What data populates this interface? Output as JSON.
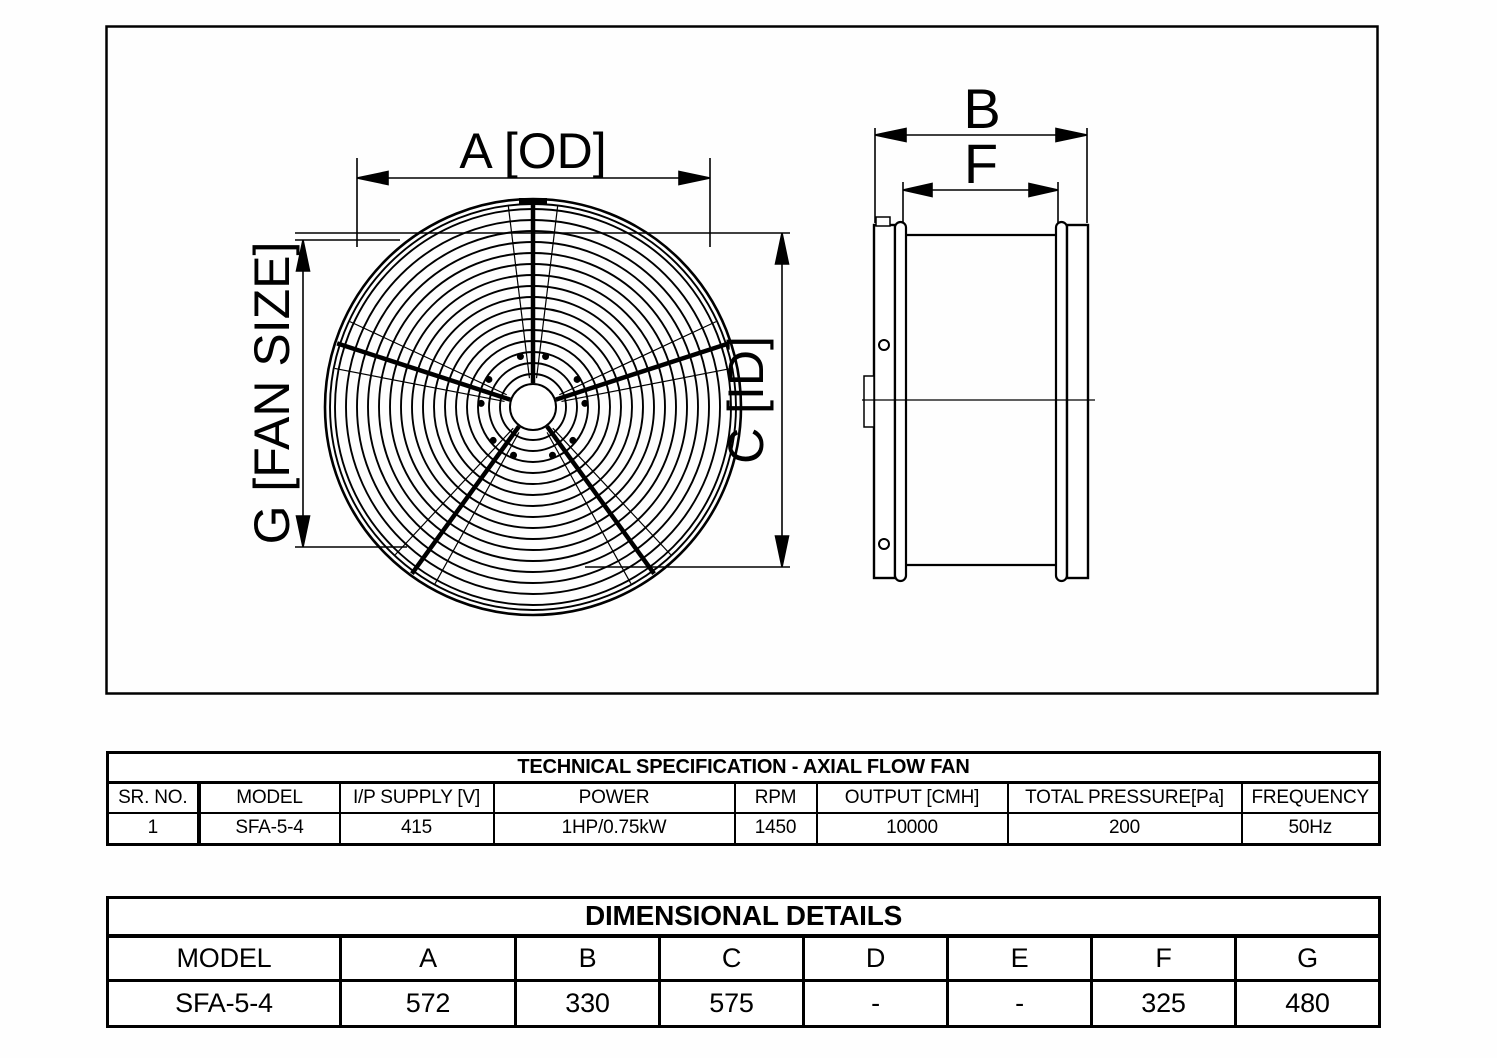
{
  "drawing": {
    "front_view_labels": {
      "a": "A [OD]",
      "g": "G [FAN SIZE]",
      "c": "C [ID]"
    },
    "side_view_labels": {
      "b": "B",
      "f": "F"
    }
  },
  "spec_table": {
    "title": "TECHNICAL SPECIFICATION - AXIAL FLOW FAN",
    "columns": [
      "SR. NO.",
      "MODEL",
      "I/P SUPPLY [V]",
      "POWER",
      "RPM",
      "OUTPUT [CMH]",
      "TOTAL PRESSURE[Pa]",
      "FREQUENCY"
    ],
    "row": [
      "1",
      "SFA-5-4",
      "415",
      "1HP/0.75kW",
      "1450",
      "10000",
      "200",
      "50Hz"
    ]
  },
  "dimensional_table": {
    "title": "DIMENSIONAL DETAILS",
    "columns": [
      "MODEL",
      "A",
      "B",
      "C",
      "D",
      "E",
      "F",
      "G"
    ],
    "row": [
      "SFA-5-4",
      "572",
      "330",
      "575",
      "-",
      "-",
      "325",
      "480"
    ]
  },
  "colors": {
    "line": "#000000",
    "background": "#ffffff"
  }
}
